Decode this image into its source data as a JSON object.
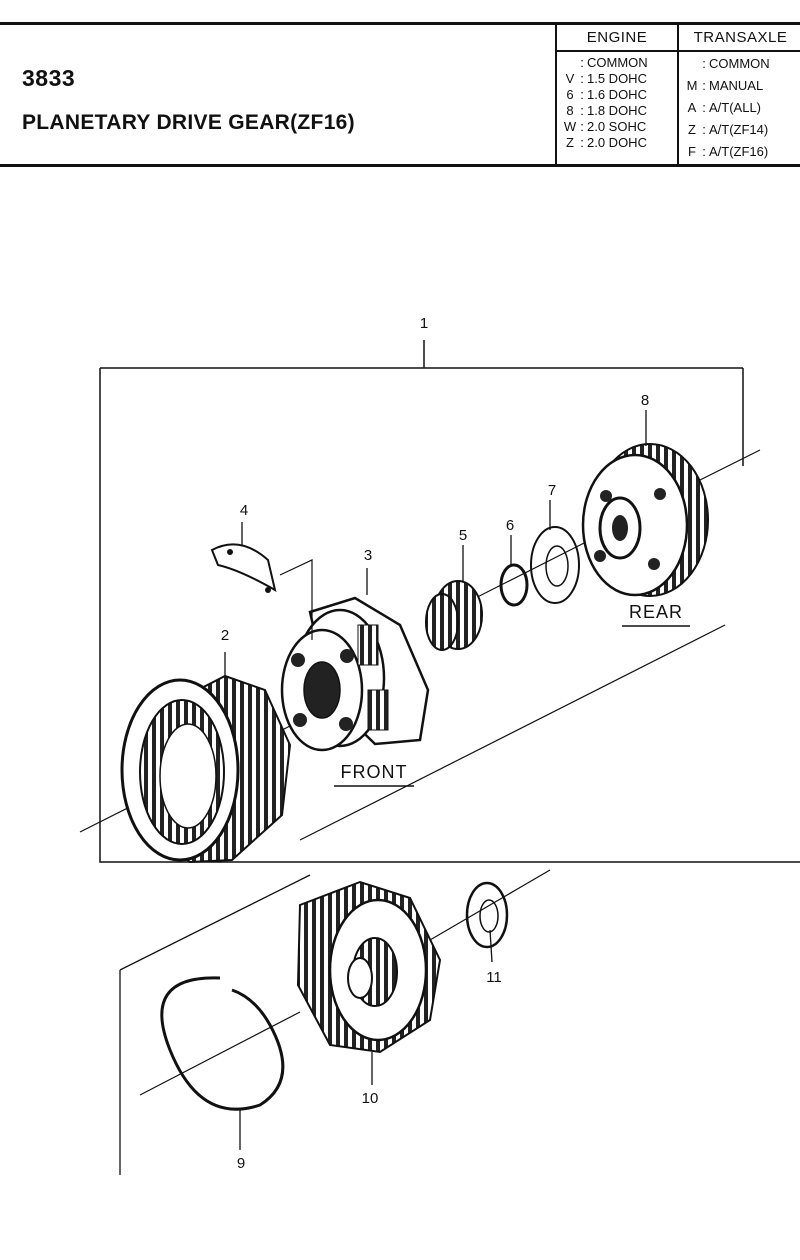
{
  "header": {
    "page_number": "3833",
    "title": "PLANETARY DRIVE GEAR(ZF16)"
  },
  "legend": {
    "engine": {
      "heading": "ENGINE",
      "rows": [
        {
          "code": "",
          "text": "COMMON"
        },
        {
          "code": "V",
          "text": "1.5 DOHC"
        },
        {
          "code": "6",
          "text": "1.6 DOHC"
        },
        {
          "code": "8",
          "text": "1.8 DOHC"
        },
        {
          "code": "W",
          "text": "2.0 SOHC"
        },
        {
          "code": "Z",
          "text": "2.0 DOHC"
        }
      ]
    },
    "transaxle": {
      "heading": "TRANSAXLE",
      "rows": [
        {
          "code": "",
          "text": "COMMON"
        },
        {
          "code": "M",
          "text": "MANUAL"
        },
        {
          "code": "A",
          "text": "A/T(ALL)"
        },
        {
          "code": "Z",
          "text": "A/T(ZF14)"
        },
        {
          "code": "F",
          "text": "A/T(ZF16)"
        }
      ]
    }
  },
  "diagram": {
    "callouts": [
      "1",
      "2",
      "3",
      "4",
      "5",
      "6",
      "7",
      "8",
      "9",
      "10",
      "11"
    ],
    "front_label": "FRONT",
    "rear_label": "REAR"
  }
}
